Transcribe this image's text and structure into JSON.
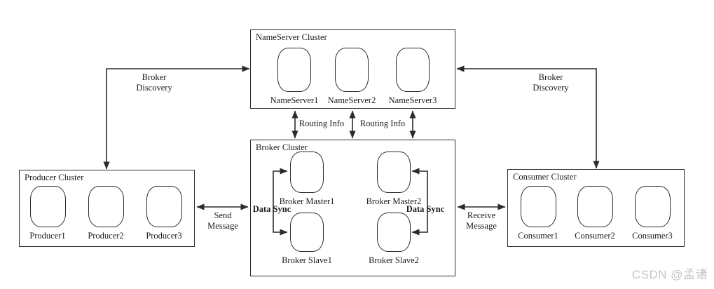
{
  "clusters": {
    "nameserver": {
      "title": "NameServer Cluster",
      "nodes": [
        "NameServer1",
        "NameServer2",
        "NameServer3"
      ]
    },
    "broker": {
      "title": "Broker Cluster",
      "nodes": [
        "Broker Master1",
        "Broker Master2",
        "Broker Slave1",
        "Broker Slave2"
      ]
    },
    "producer": {
      "title": "Producer Cluster",
      "nodes": [
        "Producer1",
        "Producer2",
        "Producer3"
      ]
    },
    "consumer": {
      "title": "Consumer Cluster",
      "nodes": [
        "Consumer1",
        "Consumer2",
        "Consumer3"
      ]
    }
  },
  "edge_labels": {
    "broker_discovery_left": [
      "Broker",
      "Discovery"
    ],
    "broker_discovery_right": [
      "Broker",
      "Discovery"
    ],
    "routing_info_left": "Routing Info",
    "routing_info_right": "Routing Info",
    "send_message": [
      "Send",
      "Message"
    ],
    "receive_message": [
      "Receive",
      "Message"
    ],
    "data_sync_left": "Data Sync",
    "data_sync_right": "Data Sync"
  },
  "colors": {
    "line": "#2b2b2b",
    "text": "#1c1c1c",
    "background": "#ffffff",
    "watermark": "#c6c6c6"
  },
  "watermark": "CSDN @孟诸"
}
